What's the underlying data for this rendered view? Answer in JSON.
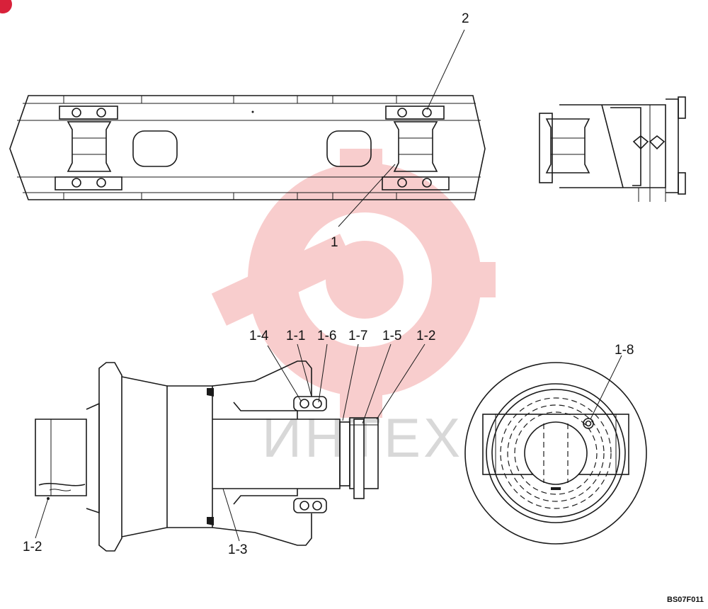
{
  "callouts": {
    "top_2": "2",
    "top_1": "1",
    "c_1_4": "1-4",
    "c_1_1": "1-1",
    "c_1_6": "1-6",
    "c_1_7": "1-7",
    "c_1_5": "1-5",
    "c_1_2_top": "1-2",
    "c_1_8": "1-8",
    "c_1_2_left": "1-2",
    "c_1_3": "1-3"
  },
  "drawing_code": "BS07F011",
  "watermark": {
    "text": "ИНТЕХ",
    "color": "#f4a6a6"
  }
}
